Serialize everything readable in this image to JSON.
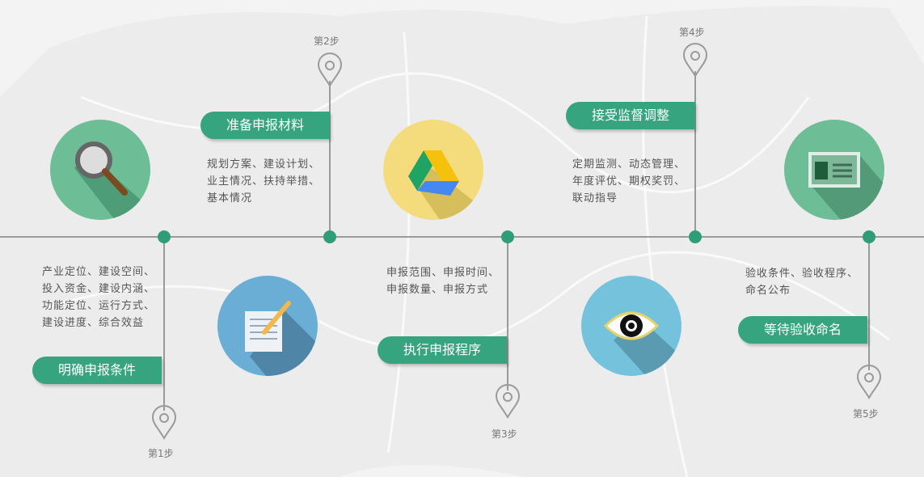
{
  "colors": {
    "accent": "#36a47e",
    "dot": "#2f9e78",
    "line": "#9a9a9a"
  },
  "steps": [
    {
      "step": "第1步",
      "title": "明确申报条件",
      "text": "产业定位、建设空间、投入资金、建设内涵、功能定位、运行方式、建设进度、综合效益",
      "icon": "magnifier-icon",
      "icon_color": "#6dbe96"
    },
    {
      "step": "第2步",
      "title": "准备申报材料",
      "text": "规划方案、建设计划、业主情况、扶持举措、基本情况",
      "icon": "document-pencil-icon",
      "icon_color": "#6aaed6"
    },
    {
      "step": "第3步",
      "title": "执行申报程序",
      "text": "申报范围、申报时间、申报数量、申报方式",
      "icon": "drive-icon",
      "icon_color": "#f4dc7c"
    },
    {
      "step": "第4步",
      "title": "接受监督调整",
      "text": "定期监测、动态管理、年度评优、期权奖罚、联动指导",
      "icon": "eye-icon",
      "icon_color": "#74c2dc"
    },
    {
      "step": "第5步",
      "title": "等待验收命名",
      "text": "验收条件、验收程序、命名公布",
      "icon": "id-card-icon",
      "icon_color": "#6dbe96"
    }
  ]
}
